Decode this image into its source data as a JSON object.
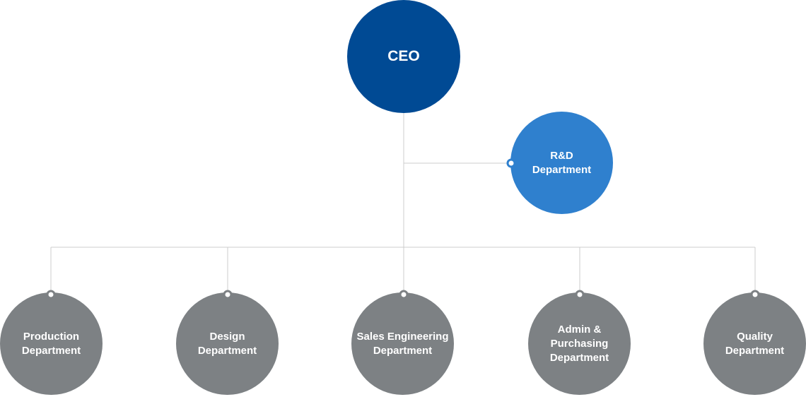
{
  "colors": {
    "ceo": "#004A94",
    "rd": "#2F80CE",
    "department": "#7D8184",
    "connector": "#CCCCCC",
    "dot_fill": "#FFFFFF",
    "dot_stroke_gray": "#7D8184",
    "dot_stroke_blue": "#2F80CE"
  },
  "ceo": {
    "label": "CEO"
  },
  "rd": {
    "label": "R&D\nDepartment"
  },
  "departments": [
    {
      "id": "production",
      "label": "Production\nDepartment"
    },
    {
      "id": "design",
      "label": "Design\nDepartment"
    },
    {
      "id": "sales",
      "label": "Sales Engineering\nDepartment"
    },
    {
      "id": "admin",
      "label": "Admin &\nPurchasing\nDepartment"
    },
    {
      "id": "quality",
      "label": "Quality\nDepartment"
    }
  ]
}
